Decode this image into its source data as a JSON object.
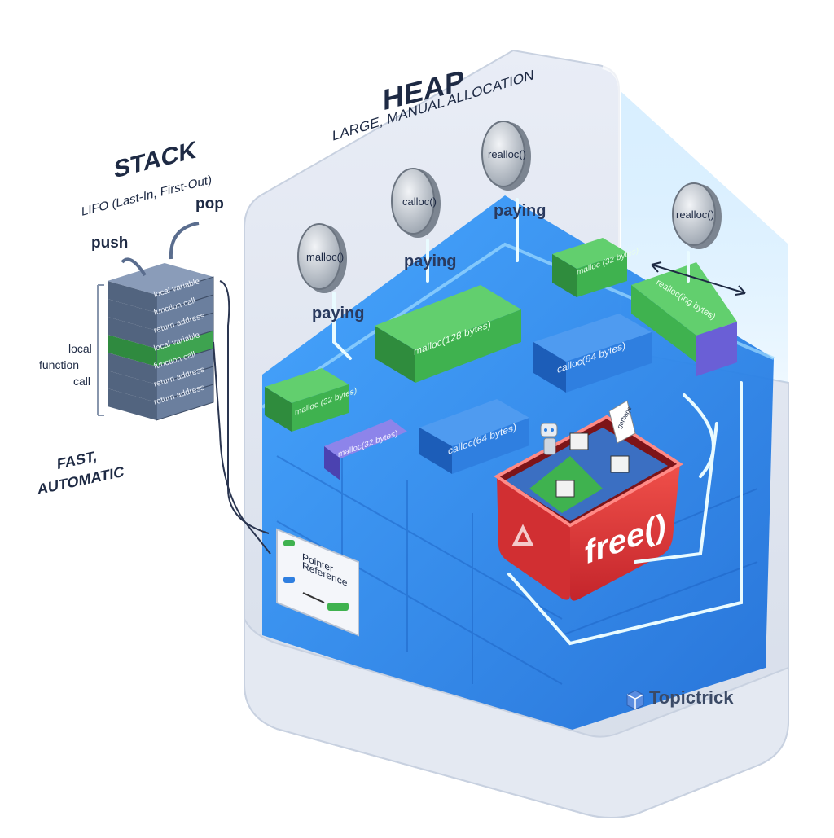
{
  "heap": {
    "title": "HEAP",
    "subtitle": "LARGE, MANUAL ALLOCATION",
    "coins": [
      "malloc()",
      "calloc()",
      "realloc()",
      "realloc()"
    ],
    "paying": [
      "paying",
      "paying",
      "paying"
    ],
    "blocks": [
      "malloc(128 bytes)",
      "calloc(64 bytes)",
      "calloc(64 bytes)",
      "malloc (32 bytes)",
      "malloc(32 bytes)",
      "malloc (32 bytes)",
      "realloc(ing bytes)"
    ],
    "bin_label": "free()",
    "bin_note": "garbage",
    "legend": {
      "pointer": "Pointer",
      "reference": "Reference"
    },
    "brand": "Topictrick"
  },
  "stack": {
    "title": "STACK",
    "subtitle": "LIFO (Last-In, First-Out)",
    "push": "push",
    "pop": "pop",
    "frames": [
      "local variable",
      "function call",
      "return address",
      "local variable",
      "function call",
      "return address",
      "return address"
    ],
    "side_label": [
      "local",
      "function",
      "call"
    ],
    "speed_label": [
      "FAST,",
      "AUTOMATIC"
    ]
  },
  "colors": {
    "heap_blue": "#2f8fe8",
    "block_green": "#3fb24f",
    "block_blue": "#2f7fe0",
    "block_purple": "#6a5fd6",
    "bin_red": "#e23a3a",
    "stack_gray": "#6b7f9e",
    "stack_green": "#3ea350",
    "text_dark": "#1e2a44"
  },
  "icons": [
    "recycle-icon",
    "robot-icon",
    "brand-cube-icon",
    "coin-icon",
    "arrow-icon"
  ]
}
